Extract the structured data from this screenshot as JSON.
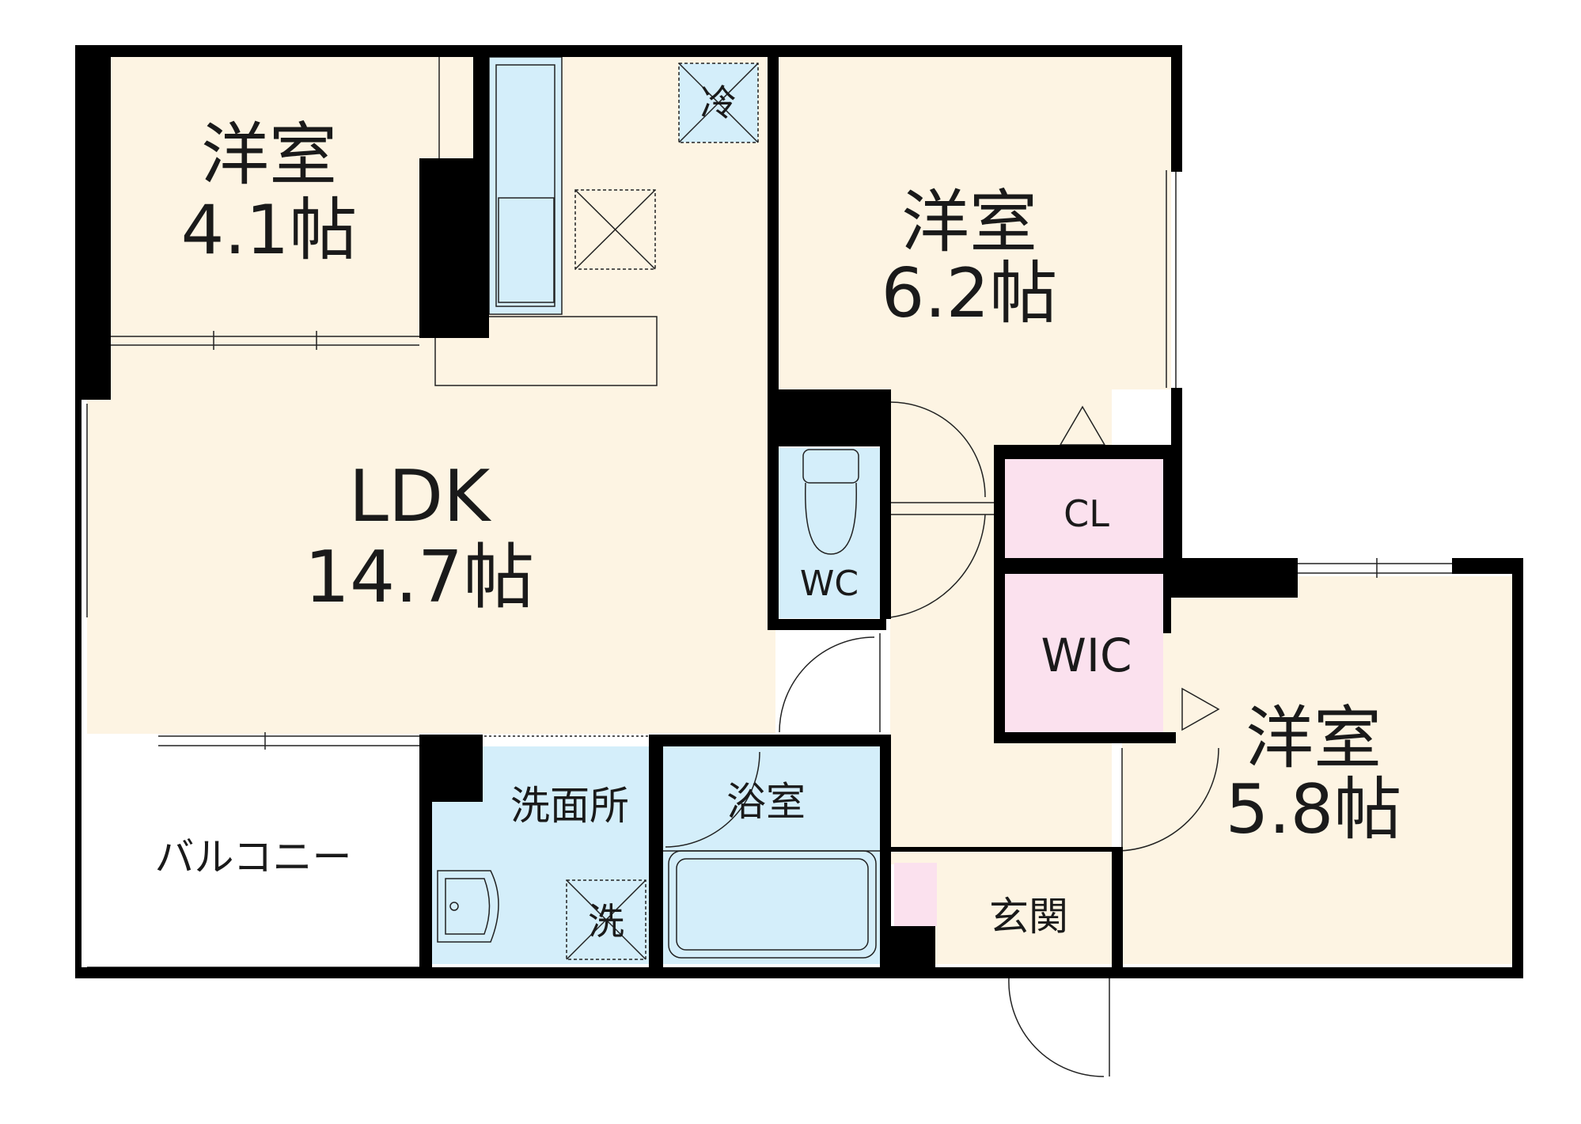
{
  "colors": {
    "room": "#fdf4e3",
    "wet": "#d4eefa",
    "closet": "#fbe1ee",
    "balcony": "#ffffff",
    "wall": "#000000",
    "entry_box": "#fbe1ee"
  },
  "rooms": {
    "western_41": {
      "name": "洋室",
      "size": "4.1帖"
    },
    "ldk": {
      "name": "LDK",
      "size": "14.7帖"
    },
    "western_62": {
      "name": "洋室",
      "size": "6.2帖"
    },
    "western_58": {
      "name": "洋室",
      "size": "5.8帖"
    },
    "wc": {
      "name": "WC"
    },
    "cl": {
      "name": "CL"
    },
    "wic": {
      "name": "WIC"
    },
    "washroom": {
      "name": "洗面所"
    },
    "bathroom": {
      "name": "浴室"
    },
    "entrance": {
      "name": "玄関"
    },
    "balcony": {
      "name": "バルコニー"
    }
  },
  "fixtures": {
    "fridge": "冷",
    "washer": "洗"
  }
}
